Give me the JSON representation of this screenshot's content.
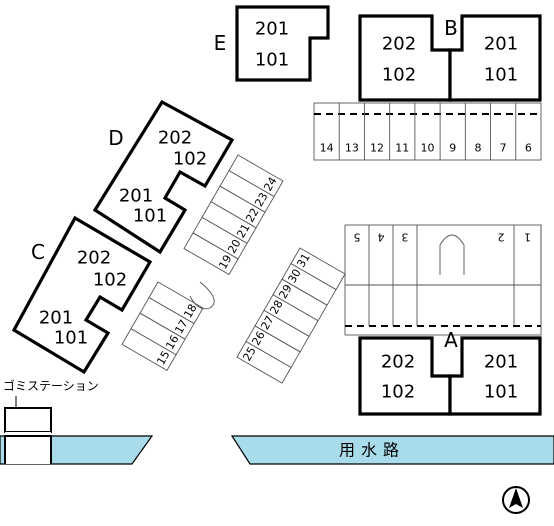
{
  "buildings": {
    "A": {
      "label": "A",
      "units": [
        "202",
        "102",
        "201",
        "101"
      ]
    },
    "B": {
      "label": "B",
      "units": [
        "202",
        "102",
        "201",
        "101"
      ]
    },
    "C": {
      "label": "C",
      "units": [
        "202",
        "102",
        "201",
        "101"
      ]
    },
    "D": {
      "label": "D",
      "units": [
        "202",
        "102",
        "201",
        "101"
      ]
    },
    "E": {
      "label": "E",
      "units": [
        "201",
        "101"
      ]
    }
  },
  "parking": {
    "top_row": [
      "14",
      "13",
      "12",
      "11",
      "10",
      "9",
      "8",
      "7",
      "6"
    ],
    "right_row": [
      "5",
      "4",
      "3",
      "2",
      "1"
    ],
    "diag_upper": [
      "24",
      "23",
      "22",
      "21",
      "20",
      "19"
    ],
    "diag_lower_left": [
      "18",
      "17",
      "16",
      "15"
    ],
    "diag_lower_right": [
      "31",
      "30",
      "29",
      "28",
      "27",
      "26",
      "25"
    ]
  },
  "garbage_station": "ゴミステーション",
  "waterway": "用水路",
  "north_mark": "N"
}
